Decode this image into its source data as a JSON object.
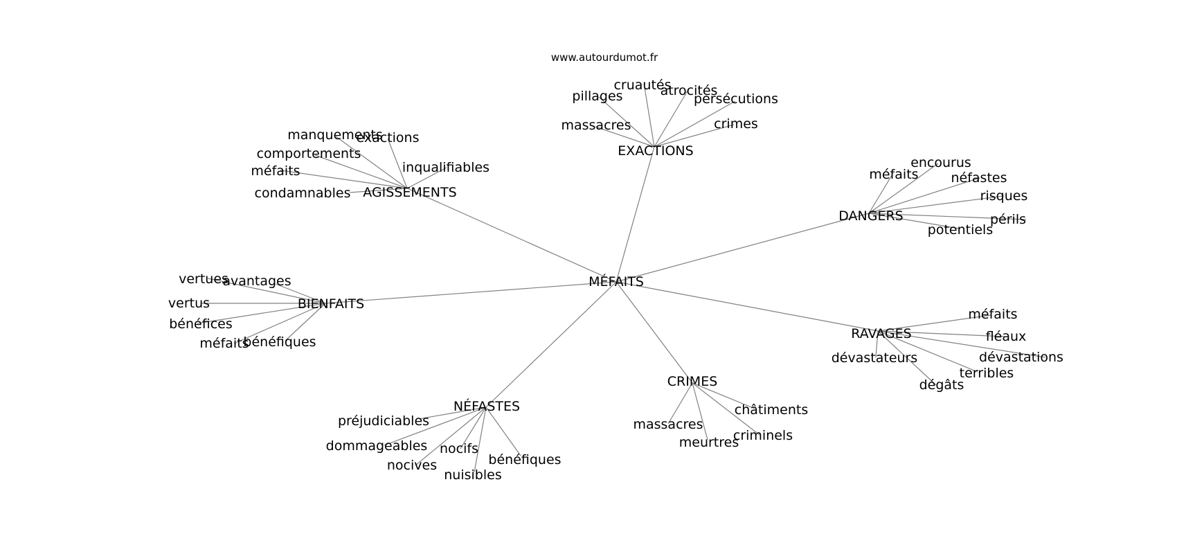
{
  "source": "www.autourdumot.fr",
  "root": "MÉFAITS",
  "hubs": [
    {
      "label": "EXACTIONS",
      "leaves": [
        "cruautés",
        "pillages",
        "atrocités",
        "persécutions",
        "massacres",
        "crimes"
      ]
    },
    {
      "label": "AGISSEMENTS",
      "leaves": [
        "manquements",
        "exactions",
        "comportements",
        "inqualifiables",
        "méfaits",
        "condamnables"
      ]
    },
    {
      "label": "DANGERS",
      "leaves": [
        "encourus",
        "méfaits",
        "néfastes",
        "risques",
        "périls",
        "potentiels"
      ]
    },
    {
      "label": "BIENFAITS",
      "leaves": [
        "vertues",
        "avantages",
        "vertus",
        "bénéfices",
        "méfaits",
        "bénéfiques"
      ]
    },
    {
      "label": "RAVAGES",
      "leaves": [
        "méfaits",
        "fléaux",
        "dévastateurs",
        "dévastations",
        "terribles",
        "dégâts"
      ]
    },
    {
      "label": "CRIMES",
      "leaves": [
        "châtiments",
        "massacres",
        "criminels",
        "meurtres"
      ]
    },
    {
      "label": "NÉFASTES",
      "leaves": [
        "préjudiciables",
        "dommageables",
        "nocifs",
        "nocives",
        "bénéfiques",
        "nuisibles"
      ]
    }
  ]
}
